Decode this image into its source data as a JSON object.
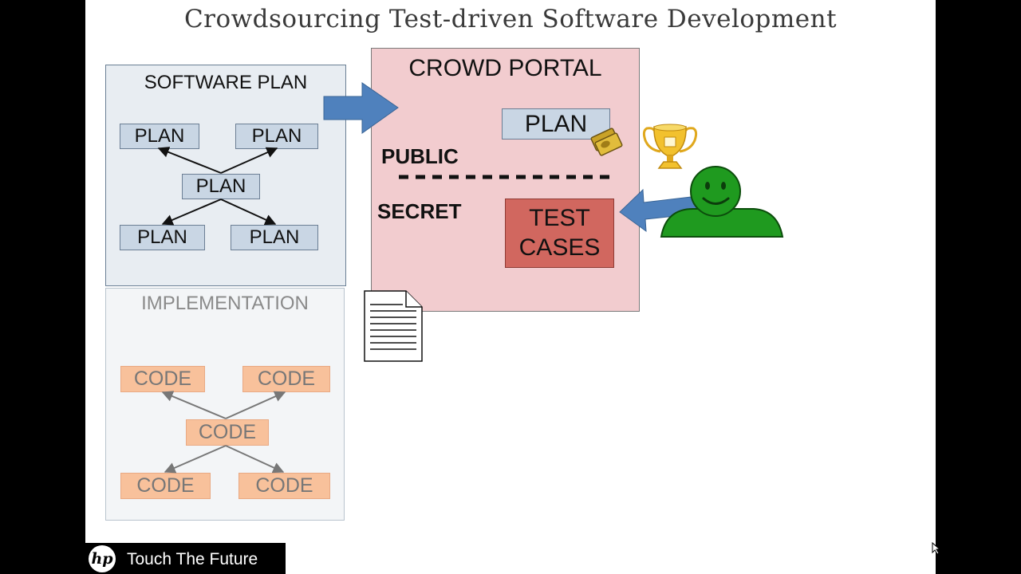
{
  "slide": {
    "title": "Crowdsourcing Test-driven Software Development"
  },
  "software_plan": {
    "title": "SOFTWARE PLAN",
    "nodes": [
      "PLAN",
      "PLAN",
      "PLAN",
      "PLAN",
      "PLAN"
    ]
  },
  "implementation": {
    "title": "IMPLEMENTATION",
    "nodes": [
      "CODE",
      "CODE",
      "CODE",
      "CODE",
      "CODE"
    ]
  },
  "crowd_portal": {
    "title": "CROWD PORTAL",
    "public_label": "PUBLIC",
    "secret_label": "SECRET",
    "plan_label": "PLAN",
    "test_cases_line1": "TEST",
    "test_cases_line2": "CASES"
  },
  "footer": {
    "brand_logo": "hp",
    "tagline": "Touch The Future"
  },
  "colors": {
    "arrow_blue": "#4f81bd",
    "plan_fill": "#c9d6e4",
    "code_fill": "#f8c19b",
    "portal_fill": "#f2cccf",
    "test_cases_fill": "#d1675f",
    "person_green": "#1f9a1f",
    "trophy_gold": "#f2c12e"
  },
  "icons": [
    "document-icon",
    "money-icon",
    "trophy-icon",
    "crowd-person-icon",
    "hp-logo",
    "mouse-cursor-icon"
  ]
}
